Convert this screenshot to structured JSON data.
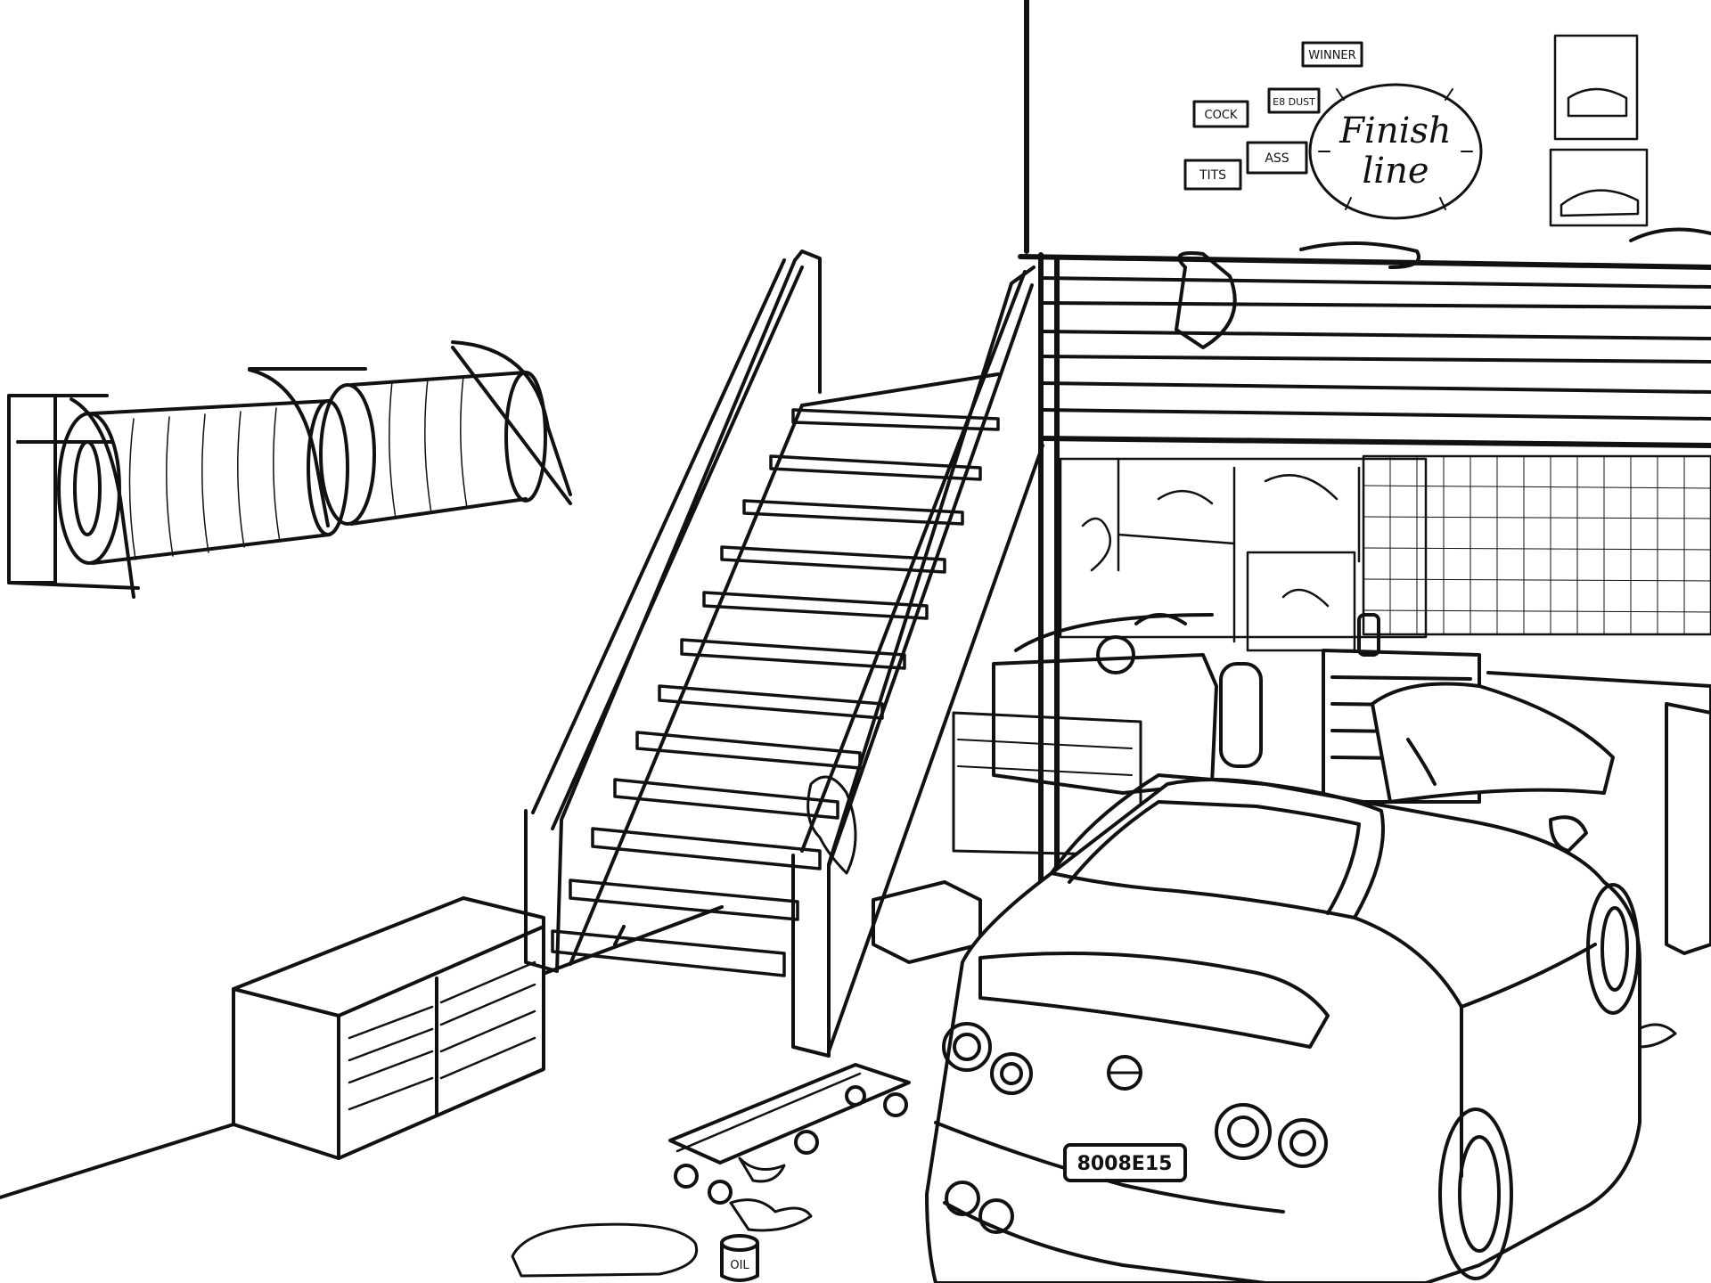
{
  "scene": {
    "colors": {
      "ink": "#111111",
      "paper": "#ffffff"
    },
    "wall_labels": [
      {
        "key": "winner",
        "text": "WINNER"
      },
      {
        "key": "e8dust",
        "text": "E8 DUST"
      },
      {
        "key": "cock",
        "text": "COCK"
      },
      {
        "key": "ass",
        "text": "ASS"
      },
      {
        "key": "tits",
        "text": "TITS"
      }
    ],
    "sign": {
      "line1": "Finish",
      "line2": "line"
    },
    "license_plate": "8008E15",
    "oil_can_label": "OIL"
  }
}
